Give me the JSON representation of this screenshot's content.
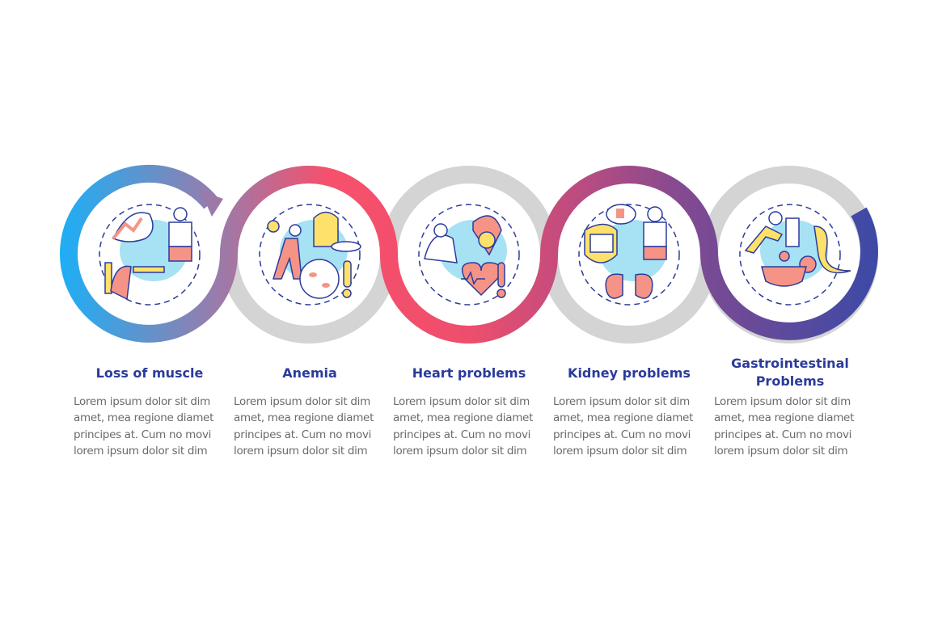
{
  "colors": {
    "title": "#2b3b9b",
    "body_text": "#6a6a6a",
    "track_gray": "#d4d4d4",
    "gradient": [
      "#1caff6",
      "#9d7aa8",
      "#f7506c",
      "#ee4e6c",
      "#c04c7f",
      "#7c4a93",
      "#3b4aa6"
    ],
    "icon_blue_bg": "#a6e1f4",
    "icon_salmon": "#f59486",
    "icon_yellow": "#fde16a",
    "icon_outline": "#2b3b9b"
  },
  "steps": [
    {
      "title": [
        "Loss of muscle"
      ],
      "icon": "muscle-loss-icon",
      "body": [
        "Lorem ipsum dolor sit dim",
        "amet, mea regione diamet",
        "principes at. Cum no movi",
        "lorem ipsum dolor sit dim"
      ]
    },
    {
      "title": [
        "Anemia"
      ],
      "icon": "anemia-icon",
      "body": [
        "Lorem ipsum dolor sit dim",
        "amet, mea regione diamet",
        "principes at. Cum no movi",
        "lorem ipsum dolor sit dim"
      ]
    },
    {
      "title": [
        "Heart problems"
      ],
      "icon": "heart-problems-icon",
      "body": [
        "Lorem ipsum dolor sit dim",
        "amet, mea regione diamet",
        "principes at. Cum no movi",
        "lorem ipsum dolor sit dim"
      ]
    },
    {
      "title": [
        "Kidney problems"
      ],
      "icon": "kidney-icon",
      "body": [
        "Lorem ipsum dolor sit dim",
        "amet, mea regione diamet",
        "principes at. Cum no movi",
        "lorem ipsum dolor sit dim"
      ]
    },
    {
      "title": [
        "Gastrointestinal",
        "Problems"
      ],
      "icon": "gastrointestinal-icon",
      "body": [
        "Lorem ipsum dolor sit dim",
        "amet, mea regione diamet",
        "principes at. Cum no movi",
        "lorem ipsum dolor sit dim"
      ]
    }
  ]
}
